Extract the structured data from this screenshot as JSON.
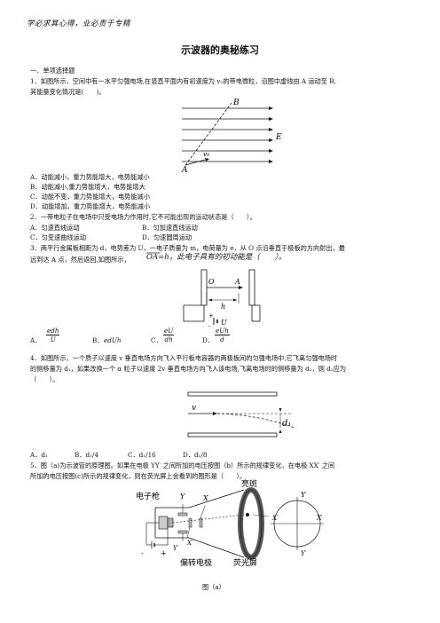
{
  "header": {
    "motto": "学必求其心得，业必贵于专精",
    "title": "示波器的奥秘练习"
  },
  "section1": {
    "heading": "一、单项选择题"
  },
  "q1": {
    "stem_line1": "1．如图所示，空间中有一水平匀强电场,在竖直平面内有初速度为 v₀的带电微粒，沿图中虚线由 A 运动至 B,",
    "stem_line2": "其能量变化情况是(　　)。",
    "fig_labels": {
      "B": "B",
      "E": "E",
      "v0": "v₀",
      "A": "A"
    },
    "options": [
      "A．动能减小，重力势能增大，电势能减小",
      "B．动能减小,重力势能增大，电势能增大",
      "C．动能不变，重力势能增大，电势能减小",
      "D．动能增加，重力势能增大，电势能减小"
    ]
  },
  "q2": {
    "stem": "2．一带电粒子在电场中只受电场力作用时,它不可能出现的运动状态是（　　）。",
    "options": [
      "A．匀速直线运动",
      "B．匀加速直线运动",
      "C．匀变速曲线运动",
      "D．匀速圆周运动"
    ]
  },
  "q3": {
    "stem_line1": "3．两平行金属板相距为 d，电势差为 U，一电子质量为 m，电荷量为 e，从 O 点沿垂直于极板的方向射出，最",
    "stem_line2_a": "远到达 A 点，然后返回,如图所示，",
    "stem_line2_b": "OA=h，此电子具有的初动能是（　　）。",
    "fig_labels": {
      "O": "O",
      "A": "A",
      "h": "h",
      "U": "U",
      "plus": "+",
      "minus": "-"
    },
    "options": {
      "A_label": "A．",
      "A_num": "edh",
      "A_den": "U",
      "B_label": "B．",
      "B_text": "edUh",
      "C_label": "C．",
      "C_num": "eU",
      "C_den": "dh",
      "D_label": "D．",
      "D_num": "eUh",
      "D_den": "d"
    }
  },
  "q4": {
    "stem_line1": "4．如图所示，一个质子以速度 v 垂直电场方向飞入平行板电容器的两极板间的匀强电场中,它飞离匀强电场时",
    "stem_line2": "的侧移量为 d₁，如果改换一个 α 粒子以速度 2v 垂直电场方向飞入该电场,飞离电场时的侧移量为 d₂，则 d₂应为",
    "stem_line3": "（　　）。",
    "fig_labels": {
      "v": "v",
      "d1": "d₁"
    },
    "options": [
      "A．d₁",
      "B．d₁/4",
      "C．d₁/16",
      "D．d₁/8"
    ]
  },
  "q5": {
    "stem_line1": "5．图（a)为示波管的原理图。如果在电极 YY′ 之间所加的电压按图（b）所示的规律变化，在电极 XX′ 之间",
    "stem_line2": "所加的电压按图(c)所示的规律变化，则在荧光屏上会看到的图形是（　　）。",
    "fig_labels": {
      "gun": "电子枪",
      "Y": "Y",
      "X": "X",
      "Xp": "X′",
      "Yp": "Y′",
      "spot": "亮斑",
      "electrodes": "偏转电极",
      "screen": "荧光屏",
      "sY": "Y",
      "sX": "X",
      "sXp": "X′",
      "sYp": "Y′",
      "minus": "-",
      "plus": "+",
      "caption": "图（a）"
    }
  }
}
